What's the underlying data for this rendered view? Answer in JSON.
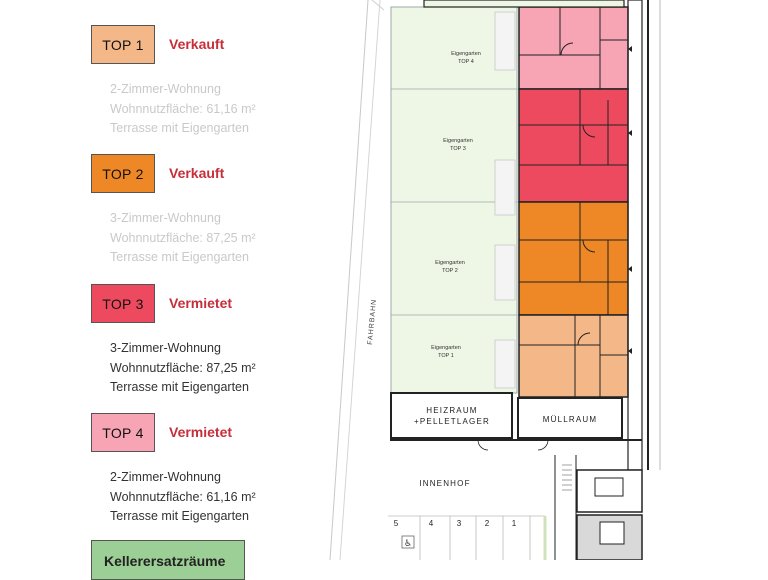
{
  "units": [
    {
      "badge": "TOP 1",
      "status": "Verkauft",
      "color": "#f4b788",
      "lines": [
        "2-Zimmer-Wohnung",
        "Wohnnutzfläche: 61,16 m²",
        "Terrasse mit Eigengarten"
      ]
    },
    {
      "badge": "TOP 2",
      "status": "Verkauft",
      "color": "#ee8725",
      "lines": [
        "3-Zimmer-Wohnung",
        "Wohnnutzfläche: 87,25 m²",
        "Terrasse mit Eigengarten"
      ]
    },
    {
      "badge": "TOP 3",
      "status": "Vermietet",
      "color": "#ee4a5f",
      "lines": [
        "3-Zimmer-Wohnung",
        "Wohnnutzfläche: 87,25 m²",
        "Terrasse mit Eigengarten"
      ]
    },
    {
      "badge": "TOP 4",
      "status": "Vermietet",
      "color": "#f7a4b5",
      "lines": [
        "2-Zimmer-Wohnung",
        "Wohnnutzfläche: 61,16 m²",
        "Terrasse mit Eigengarten"
      ]
    }
  ],
  "storage_badge": "Kellerersatzräume",
  "plan": {
    "fahrbahn": "FAHRBAHN",
    "garden_label": "Eigengarten",
    "gardens": [
      "TOP 4",
      "TOP 3",
      "TOP 2",
      "TOP 1"
    ],
    "heizraum_1": "HEIZRAUM",
    "heizraum_2": "+PELLETLAGER",
    "muellraum": "MÜLLRAUM",
    "innenhof": "INNENHOF",
    "parking": [
      "5",
      "4",
      "3",
      "2",
      "1"
    ],
    "wheelchair": "♿"
  }
}
